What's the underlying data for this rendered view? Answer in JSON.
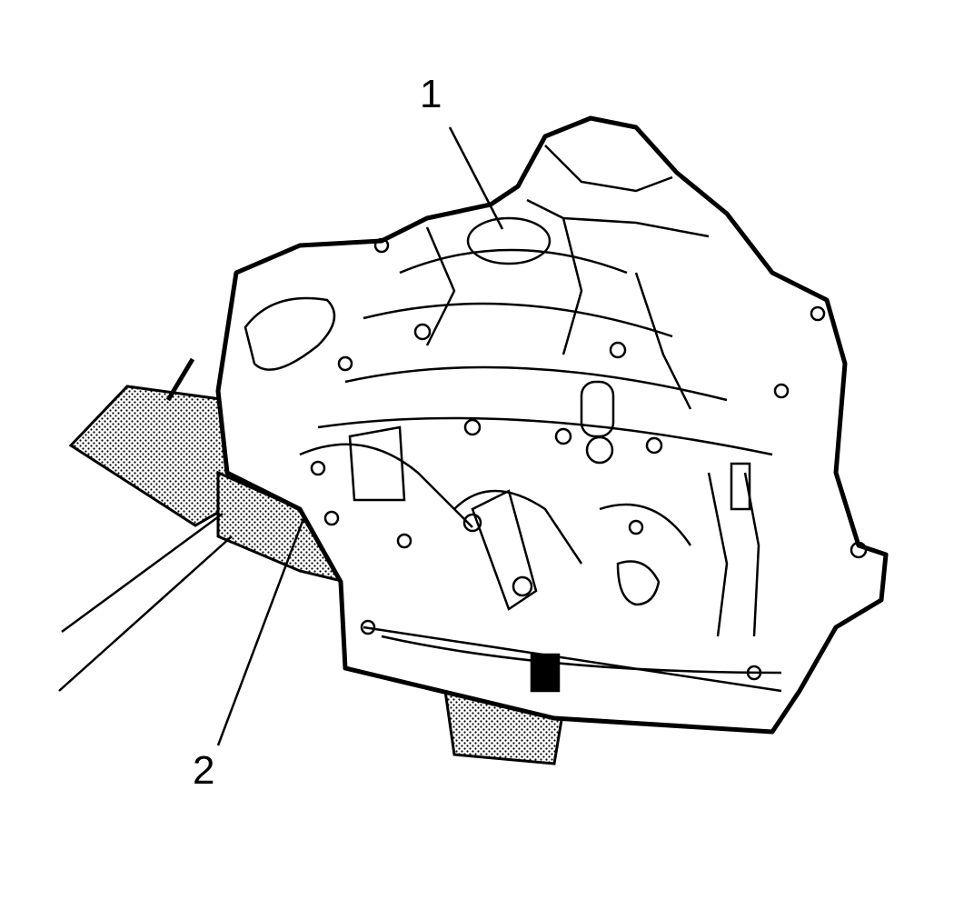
{
  "callouts": [
    {
      "id": "1",
      "text": "1"
    },
    {
      "id": "2",
      "text": "2"
    }
  ],
  "colors": {
    "line": "#000000",
    "fill": "#ffffff",
    "stipple": "#000000"
  }
}
